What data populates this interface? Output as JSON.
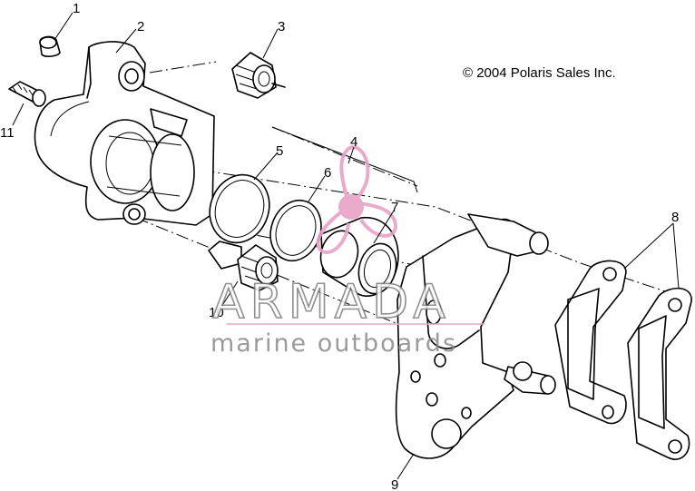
{
  "copyright": "© 2004 Polaris Sales Inc.",
  "callouts": [
    "1",
    "2",
    "3",
    "4",
    "5",
    "6",
    "7",
    "8",
    "9",
    "10",
    "11"
  ],
  "watermark": {
    "brand": "ARMADA",
    "tagline": "marine outboards",
    "brand_color": "#e8a3c6",
    "text_color": "#7d7d7d"
  },
  "parts": [
    {
      "callout": "1",
      "shape": "bleeder cap"
    },
    {
      "callout": "2",
      "shape": "caliper body"
    },
    {
      "callout": "3",
      "shape": "pin boot"
    },
    {
      "callout": "4",
      "shape": "seal kit bracket"
    },
    {
      "callout": "5",
      "shape": "square seal"
    },
    {
      "callout": "6",
      "shape": "dust seal"
    },
    {
      "callout": "7",
      "shape": "piston"
    },
    {
      "callout": "8",
      "shape": "brake pads"
    },
    {
      "callout": "9",
      "shape": "caliper bracket"
    },
    {
      "callout": "10",
      "shape": "pin boot"
    },
    {
      "callout": "11",
      "shape": "bleeder screw"
    }
  ]
}
